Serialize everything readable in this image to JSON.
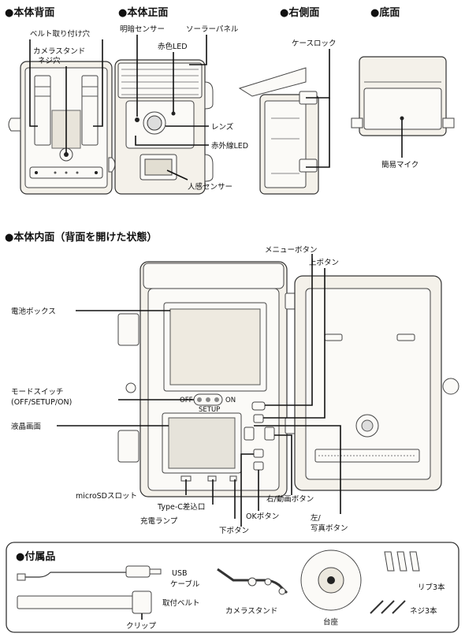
{
  "sections": {
    "back": "●本体背面",
    "front": "●本体正面",
    "right": "●右側面",
    "bottom": "●底面",
    "inside": "●本体内面（背面を開けた状態）",
    "accessories": "●付属品"
  },
  "labels": {
    "belt_hole": "ベルト取り付け穴",
    "stand_hole_1": "カメラスタンド",
    "stand_hole_2": "ネジ穴",
    "light_sensor": "明暗センサー",
    "solar_panel": "ソーラーパネル",
    "red_led": "赤色LED",
    "lens": "レンズ",
    "ir_led": "赤外線LED",
    "pir_sensor": "人感センサー",
    "case_lock": "ケースロック",
    "mic": "簡易マイク",
    "menu_button": "メニューボタン",
    "up_button": "上ボタン",
    "battery_box": "電池ボックス",
    "mode_switch_1": "モードスイッチ",
    "mode_switch_2": "(OFF/SETUP/ON)",
    "lcd": "液晶画面",
    "sd_slot": "microSDスロット",
    "typec": "Type-C差込口",
    "charge_lamp": "充電ランプ",
    "down_button": "下ボタン",
    "ok_button": "OKボタン",
    "right_button": "右/動画ボタン",
    "left_button_1": "左/",
    "left_button_2": "写真ボタン",
    "switch_off": "OFF",
    "switch_on": "ON",
    "switch_setup": "SETUP"
  },
  "accessories": {
    "usb_1": "USB",
    "usb_2": "ケーブル",
    "belt": "取付ベルト",
    "clip": "クリップ",
    "stand": "カメラスタンド",
    "base": "台座",
    "ribs": "リブ3本",
    "screws": "ネジ3本"
  },
  "colors": {
    "line": "#111111",
    "body_fill": "#f4f1ea",
    "outline": "#333333"
  }
}
